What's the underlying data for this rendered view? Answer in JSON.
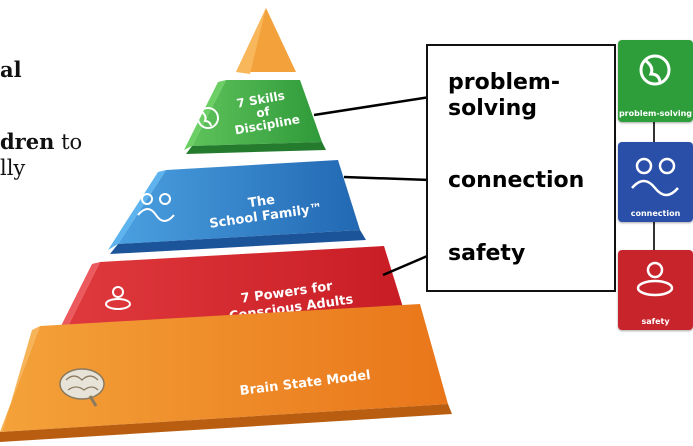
{
  "left_text": {
    "line1": "al",
    "line2_bold": "dren",
    "line2_rest": " to",
    "line3": "lly"
  },
  "pyramid": {
    "tiers": [
      {
        "label_lines": [
          "7 Skills",
          "of",
          "Discipline"
        ],
        "icon": "globe-icon",
        "color": "#3fae3f"
      },
      {
        "label_lines": [
          "The",
          "School Family™"
        ],
        "icon": "connection-icon",
        "color": "#2e7dc4"
      },
      {
        "label_lines": [
          "7 Powers for",
          "Conscious Adults"
        ],
        "icon": "safety-icon",
        "color": "#d8232a"
      },
      {
        "label_lines": [
          "Brain State Model"
        ],
        "icon": "brain-icon",
        "color": "#f08a1c"
      }
    ]
  },
  "callouts": {
    "problem_line1": "problem-",
    "problem_line2": "solving",
    "connection": "connection",
    "safety": "safety"
  },
  "badges": [
    {
      "caption": "problem-solving",
      "icon": "globe-icon",
      "color": "#2e9e3a"
    },
    {
      "caption": "connection",
      "icon": "connection-icon",
      "color": "#2a4fa8"
    },
    {
      "caption": "safety",
      "icon": "safety-icon",
      "color": "#c8242c"
    }
  ]
}
